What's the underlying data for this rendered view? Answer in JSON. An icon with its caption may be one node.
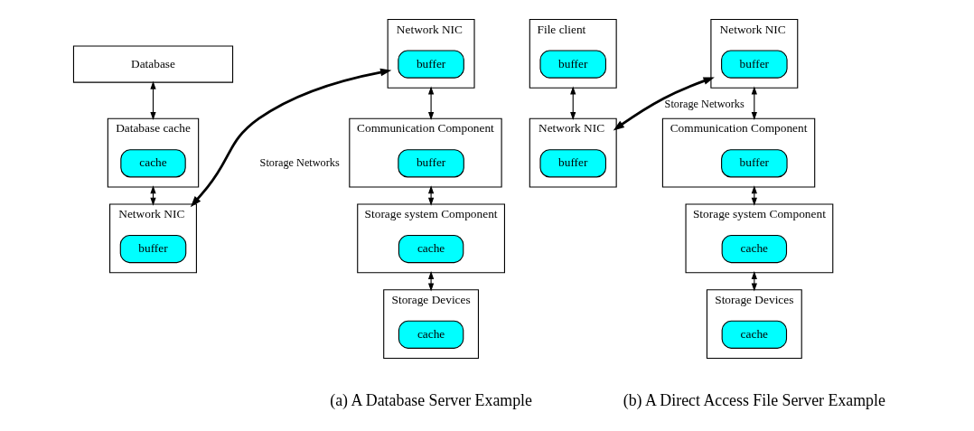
{
  "diagram": {
    "nodes": [
      {
        "text": [
          "Database"
        ]
      },
      {
        "text": [
          "Database cache"
        ]
      },
      {
        "text": [
          "cache"
        ],
        "in": 1
      },
      {
        "text": [
          "Network NIC"
        ]
      },
      {
        "text": [
          "buffer"
        ],
        "in": 3
      },
      {
        "text": [
          "Network NIC"
        ]
      },
      {
        "text": [
          "buffer"
        ],
        "in": 5
      },
      {
        "text": [
          "Communication Component"
        ]
      },
      {
        "text": [
          "buffer"
        ],
        "in": 7
      },
      {
        "text": [
          "Storage system Component"
        ]
      },
      {
        "text": [
          "cache"
        ],
        "in": 9
      },
      {
        "text": [
          "Storage Devices"
        ]
      },
      {
        "text": [
          "cache"
        ],
        "in": 11
      },
      {
        "text": [
          "File client"
        ]
      },
      {
        "text": [
          "buffer"
        ],
        "in": 13
      },
      {
        "text": [
          "Network NIC"
        ]
      },
      {
        "text": [
          "buffer"
        ],
        "in": 15
      },
      {
        "text": [
          "Network NIC"
        ]
      },
      {
        "text": [
          "buffer"
        ],
        "in": 17
      },
      {
        "text": [
          "Communication Component"
        ]
      },
      {
        "text": [
          "buffer"
        ],
        "in": 19
      },
      {
        "text": [
          "Storage system Component"
        ]
      },
      {
        "text": [
          "cache"
        ],
        "in": 21
      },
      {
        "text": [
          "Storage Devices"
        ]
      },
      {
        "text": [
          "cache"
        ],
        "in": 23
      }
    ],
    "edges": [
      {
        "from": 0,
        "to": 1,
        "arrow": "both"
      },
      {
        "from": 1,
        "to": 3,
        "arrow": "both"
      },
      {
        "from": 3,
        "to": 5,
        "arrow": "both",
        "style": "thick",
        "label": "Storage Networks"
      },
      {
        "from": 5,
        "to": 7,
        "arrow": "both"
      },
      {
        "from": 7,
        "to": 9,
        "arrow": "both"
      },
      {
        "from": 9,
        "to": 11,
        "arrow": "both"
      },
      {
        "from": 13,
        "to": 15,
        "arrow": "both"
      },
      {
        "from": 15,
        "to": 17,
        "arrow": "both",
        "style": "thick",
        "label": "Storage Networks"
      },
      {
        "from": 17,
        "to": 19,
        "arrow": "both"
      },
      {
        "from": 19,
        "to": 21,
        "arrow": "both"
      },
      {
        "from": 21,
        "to": 23,
        "arrow": "both"
      }
    ],
    "labels": [
      "(a) A Database Server Example",
      "(b) A Direct Access File Server Example"
    ]
  }
}
